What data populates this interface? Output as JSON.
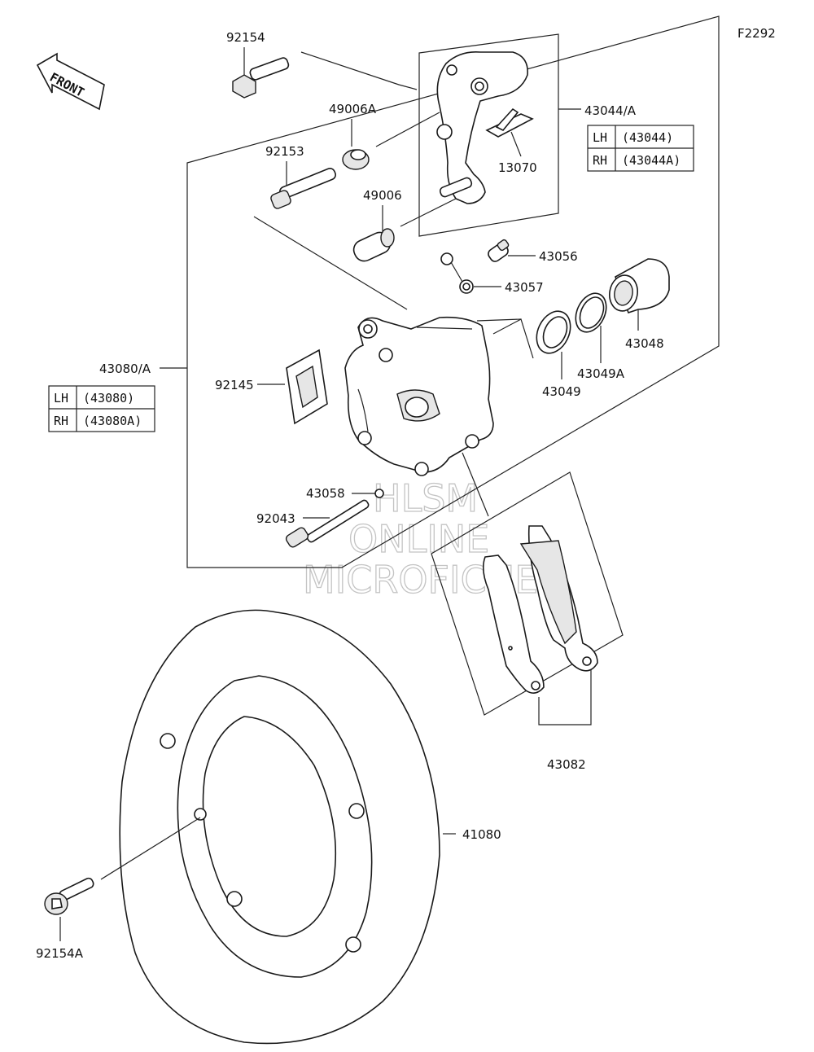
{
  "figure_code": "F2292",
  "front_label": "FRONT",
  "watermark": [
    "HLSM",
    "ONLINE",
    "MICROFICHE"
  ],
  "callouts": {
    "c92154": "92154",
    "c49006A": "49006A",
    "c92153": "92153",
    "c49006": "49006",
    "c13070": "13070",
    "c43044A": "43044/A",
    "c43056": "43056",
    "c43057": "43057",
    "c43048": "43048",
    "c43049A": "43049A",
    "c43049": "43049",
    "c43080A": "43080/A",
    "c92145": "92145",
    "c43058": "43058",
    "c92043": "92043",
    "c43082": "43082",
    "c41080": "41080",
    "c92154A": "92154A"
  },
  "tables": {
    "caliper_bracket": {
      "rows": [
        {
          "side": "LH",
          "part": "(43044)"
        },
        {
          "side": "RH",
          "part": "(43044A)"
        }
      ]
    },
    "caliper_assy": {
      "rows": [
        {
          "side": "LH",
          "part": "(43080)"
        },
        {
          "side": "RH",
          "part": "(43080A)"
        }
      ]
    }
  }
}
